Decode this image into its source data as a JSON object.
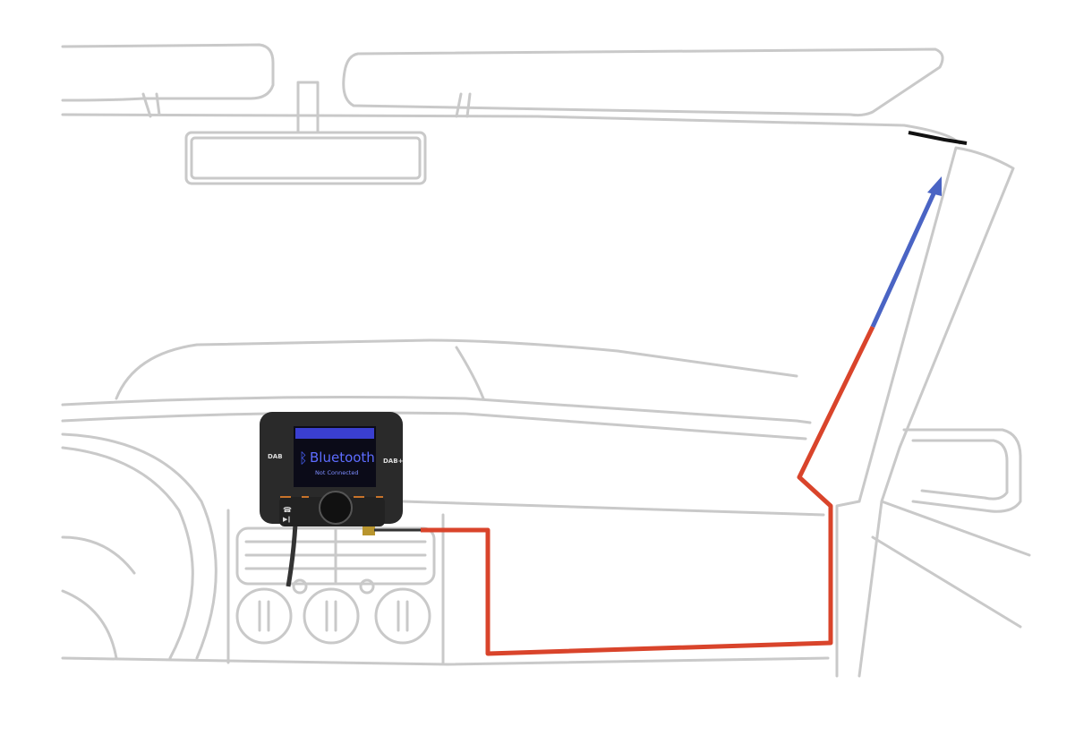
{
  "diagram": {
    "device": {
      "screen_title": "Bluetooth",
      "screen_status": "Not Connected",
      "left_logo": "DAB",
      "right_logo": "DAB+",
      "bluetooth_icon": "bluetooth-icon"
    },
    "colors": {
      "sketch_line": "#c9c9c9",
      "cable_red": "#d9442b",
      "cable_blue": "#4a64c4",
      "device_body": "#2a2a2a",
      "screen_bar": "#3a3fd0"
    }
  }
}
